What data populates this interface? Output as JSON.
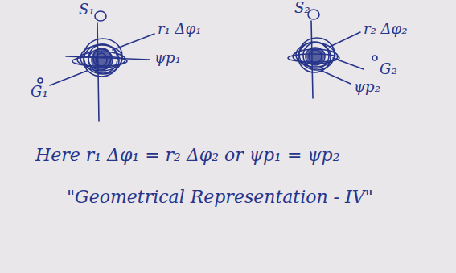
{
  "diagram": {
    "caption": "\"Geometrical Representation - IV\"",
    "labels": [
      "S₁",
      "r₁ Δφ₁",
      "ψp₁",
      "G₁",
      "S₂",
      "r₂ Δφ₂",
      "ψp₂",
      "G₂",
      "Here r₁ Δφ₁ = r₂ Δφ₂ or ψp₁ = ψp₂"
    ]
  }
}
